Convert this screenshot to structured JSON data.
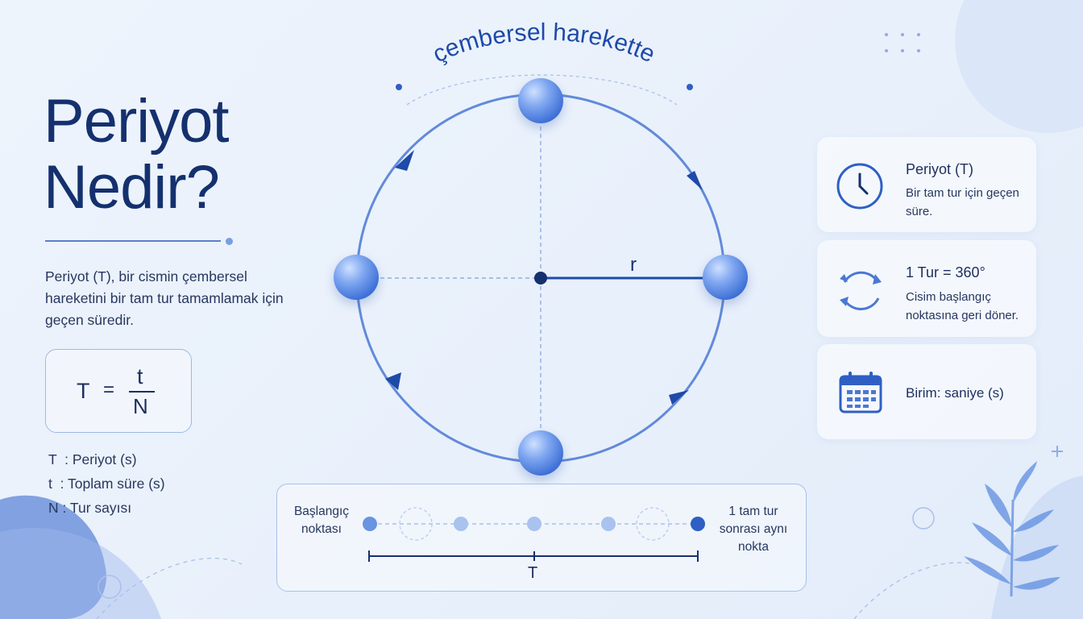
{
  "title_line1": "Periyot",
  "title_line2": "Nedir?",
  "description": "Periyot (T), bir cismin çembersel hareketini bir tam tur tamamlamak için geçen süredir.",
  "formula": {
    "lhs": "T",
    "eq": "=",
    "numerator": "t",
    "denominator": "N"
  },
  "legend": [
    {
      "sym": "T",
      "text": "Periyot (s)"
    },
    {
      "sym": "t",
      "text": "Toplam süre (s)"
    },
    {
      "sym": "N",
      "text": "Tur sayısı"
    }
  ],
  "arc_label": "çembersel harekette",
  "radius_label": "r",
  "cards": [
    {
      "icon": "clock-icon",
      "title": "Periyot (T)",
      "text": "Bir tam tur için geçen süre."
    },
    {
      "icon": "cycle-arrows-icon",
      "title": "1 Tur = 360°",
      "text": "Cisim başlangıç noktasına geri döner."
    },
    {
      "icon": "calendar-icon",
      "title": "Birim: saniye (s)",
      "text": ""
    }
  ],
  "timeline": {
    "start_label": "Başlangıç noktası",
    "end_label": "1 tam tur sonrası aynı nokta",
    "span_label": "T"
  },
  "colors": {
    "primary": "#2f5fc4",
    "dark": "#14306e",
    "light": "#9fb8e6"
  }
}
